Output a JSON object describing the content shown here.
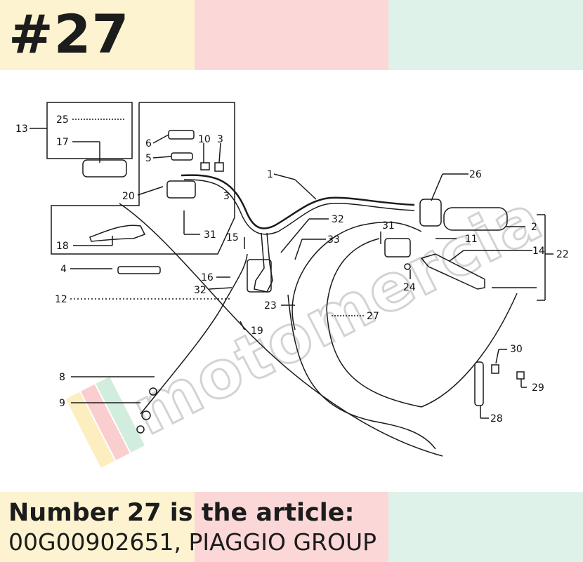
{
  "header": {
    "title": "#27"
  },
  "caption": {
    "line1": "Number 27 is the article:",
    "line2": "00G00902651, PIAGGIO GROUP"
  },
  "watermark": {
    "text": "motomercia"
  },
  "colors": {
    "band_yellow": "#fdf3d0",
    "band_pink": "#fbd7d7",
    "band_green": "#dff2ea",
    "ink": "#1c1c1c"
  },
  "callouts": [
    "1",
    "2",
    "3",
    "3",
    "4",
    "5",
    "6",
    "8",
    "9",
    "10",
    "11",
    "12",
    "13",
    "14",
    "15",
    "16",
    "17",
    "18",
    "19",
    "20",
    "22",
    "23",
    "24",
    "25",
    "26",
    "27",
    "28",
    "29",
    "30",
    "31",
    "31",
    "32",
    "32",
    "33"
  ]
}
